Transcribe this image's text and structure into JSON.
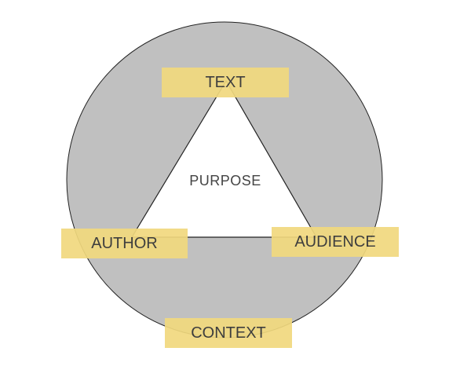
{
  "diagram": {
    "center_label": "PURPOSE",
    "vertices": {
      "top": "TEXT",
      "left": "AUTHOR",
      "right": "AUDIENCE"
    },
    "outer_label": "CONTEXT"
  },
  "colors": {
    "circle_fill": "#c0c0c0",
    "triangle_fill": "#ffffff",
    "label_fill": "#f1d97e",
    "stroke": "#222222"
  }
}
